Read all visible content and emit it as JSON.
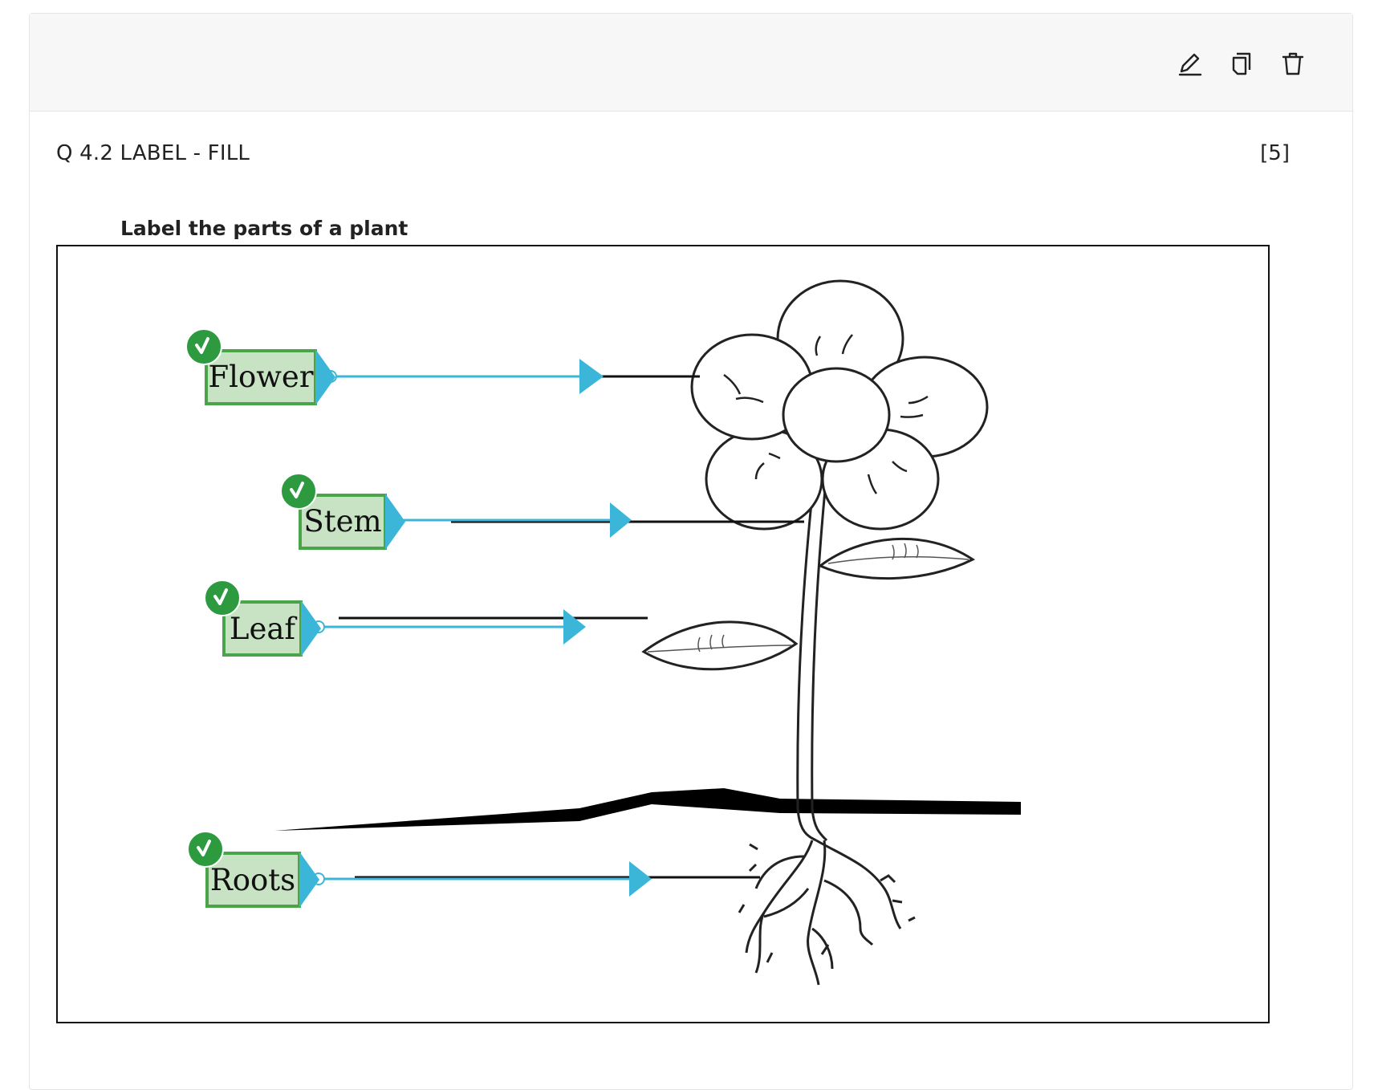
{
  "toolbar": {
    "edit_icon": "pencil-icon",
    "copy_icon": "copy-icon",
    "delete_icon": "trash-icon"
  },
  "question": {
    "title": "Q 4.2 LABEL - FILL",
    "marks": "[5]",
    "prompt": "Label the parts of a plant"
  },
  "labels": {
    "flower": "Flower",
    "stem": "Stem",
    "leaf": "Leaf",
    "roots": "Roots"
  },
  "colors": {
    "label_fill": "#c7e3c3",
    "label_border": "#4aa44a",
    "check_badge": "#2e9a3f",
    "arrow": "#3cb6d8"
  }
}
